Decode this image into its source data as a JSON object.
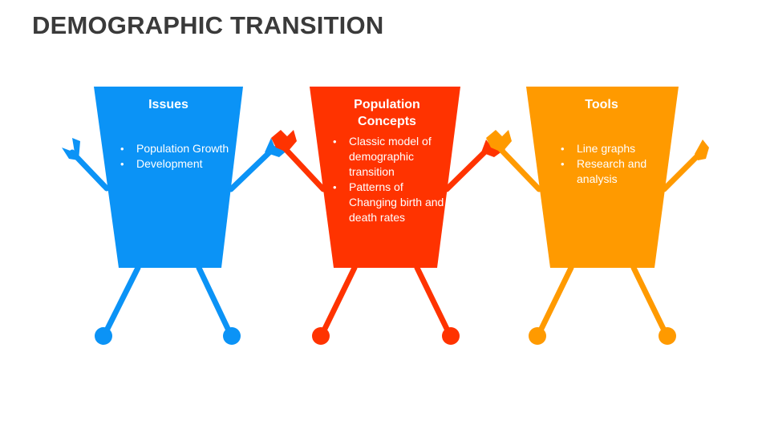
{
  "title": "DEMOGRAPHIC TRANSITION",
  "cards": [
    {
      "heading": "Issues",
      "color": "#0b93f6",
      "items": [
        "Population Growth",
        "Development"
      ]
    },
    {
      "heading": "Population Concepts",
      "color": "#ff3300",
      "items": [
        "Classic model of demographic transition",
        "Patterns of Changing birth and death rates"
      ]
    },
    {
      "heading": "Tools",
      "color": "#ff9a00",
      "items": [
        "Line graphs",
        "Research and analysis"
      ]
    }
  ]
}
